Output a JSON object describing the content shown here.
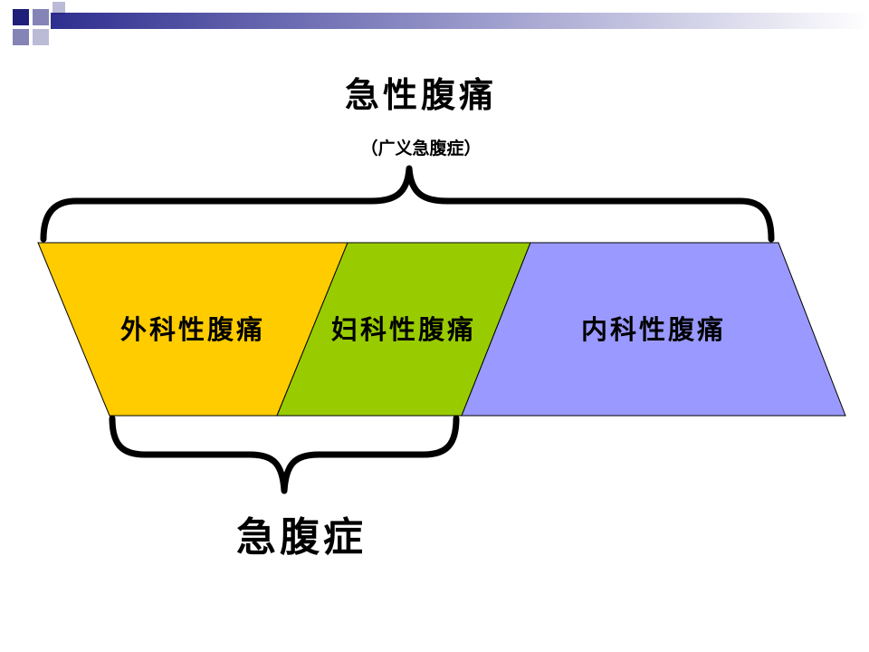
{
  "title": "急性腹痛",
  "subtitle": "（广义急腹症）",
  "segments": [
    {
      "label": "外科性腹痛",
      "color": "#FFCC00"
    },
    {
      "label": "妇科性腹痛",
      "color": "#99CC00"
    },
    {
      "label": "内科性腹痛",
      "color": "#9999FF"
    }
  ],
  "bottom_label": "急腹症",
  "header_decoration": {
    "squares_color": "#1F1F7A",
    "gradient_from": "#2E2E8F",
    "gradient_to": "#FFFFFF"
  }
}
